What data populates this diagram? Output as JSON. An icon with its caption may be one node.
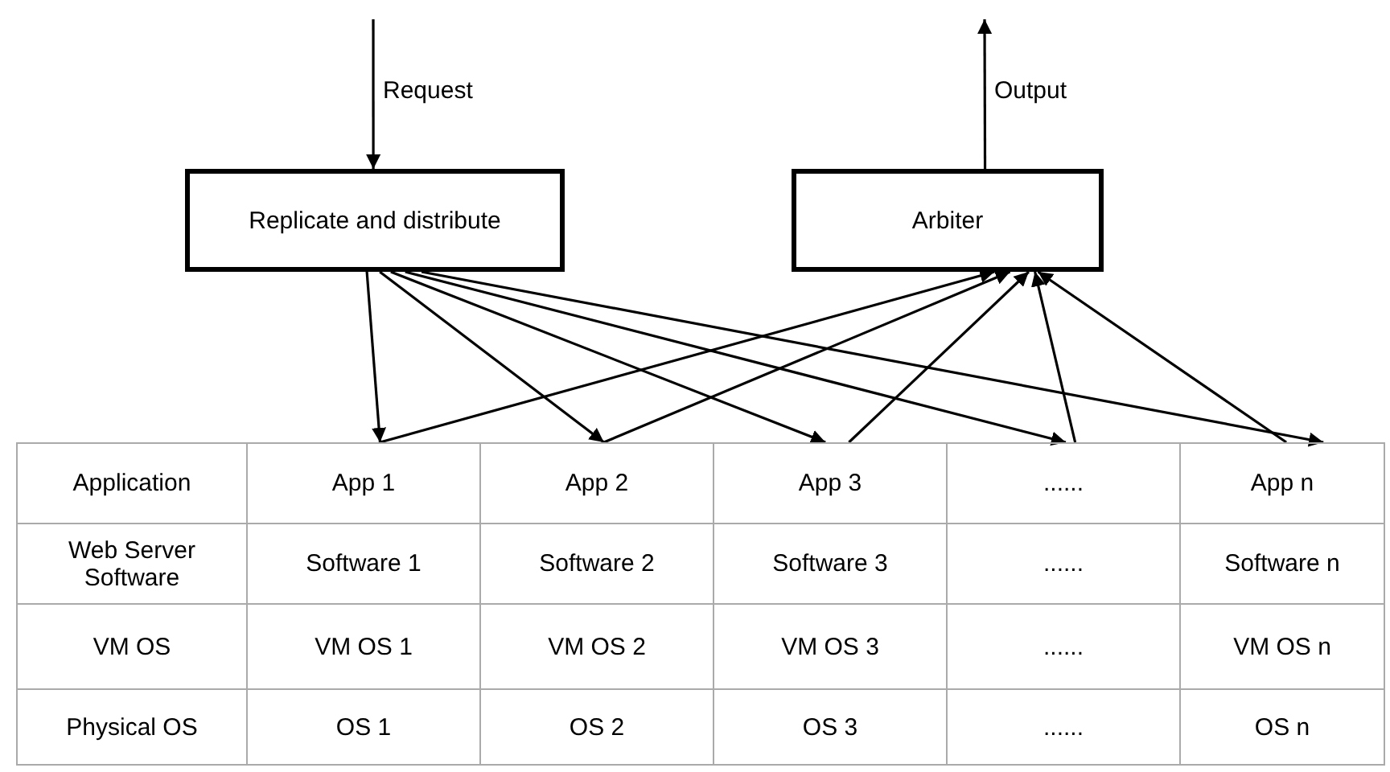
{
  "diagram": {
    "nodes": [
      {
        "text": [
          "Replicate and distribute"
        ]
      },
      {
        "text": [
          "Arbiter"
        ]
      },
      {
        "text": [
          "App 1"
        ]
      },
      {
        "text": [
          "App 2"
        ]
      },
      {
        "text": [
          "App 3"
        ]
      },
      {
        "text": [
          "......"
        ]
      },
      {
        "text": [
          "App n"
        ]
      }
    ],
    "edges": [
      {
        "from": null,
        "to": 0,
        "arrow": "to",
        "label": "Request"
      },
      {
        "from": 1,
        "to": null,
        "arrow": "to",
        "label": "Output"
      },
      {
        "from": 0,
        "to": 2,
        "arrow": "to"
      },
      {
        "from": 0,
        "to": 3,
        "arrow": "to"
      },
      {
        "from": 0,
        "to": 4,
        "arrow": "to"
      },
      {
        "from": 0,
        "to": 5,
        "arrow": "to"
      },
      {
        "from": 0,
        "to": 6,
        "arrow": "to"
      },
      {
        "from": 2,
        "to": 1,
        "arrow": "to"
      },
      {
        "from": 3,
        "to": 1,
        "arrow": "to"
      },
      {
        "from": 4,
        "to": 1,
        "arrow": "to"
      },
      {
        "from": 5,
        "to": 1,
        "arrow": "to"
      },
      {
        "from": 6,
        "to": 1,
        "arrow": "to"
      }
    ],
    "labels": [
      "Application",
      "Web Server Software",
      "Software 1",
      "Software 2",
      "Software 3",
      "......",
      "Software n",
      "VM OS",
      "VM OS 1",
      "VM OS 2",
      "VM OS 3",
      "......",
      "VM OS n",
      "Physical OS",
      "OS 1",
      "OS 2",
      "OS 3",
      "......",
      "OS n"
    ]
  }
}
